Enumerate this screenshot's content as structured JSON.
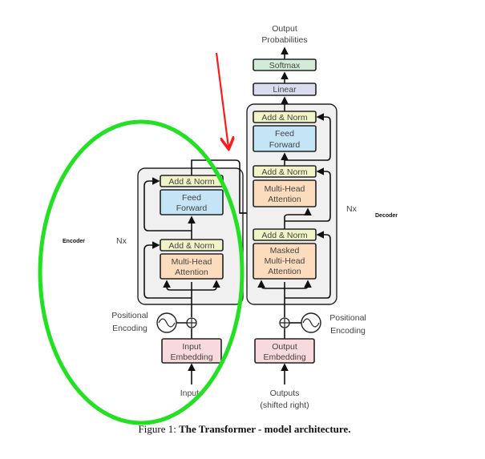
{
  "encoder": {
    "label": "Encoder",
    "nx": "Nx",
    "add_norm_top": "Add & Norm",
    "feed_forward": [
      "Feed",
      "Forward"
    ],
    "add_norm_bottom": "Add & Norm",
    "attention": [
      "Multi-Head",
      "Attention"
    ],
    "positional_encoding": [
      "Positional",
      "Encoding"
    ],
    "embedding": [
      "Input",
      "Embedding"
    ],
    "inputs": "Inputs"
  },
  "decoder": {
    "label": "Decoder",
    "nx": "Nx",
    "output_probabilities": [
      "Output",
      "Probabilities"
    ],
    "softmax": "Softmax",
    "linear": "Linear",
    "add_norm_top": "Add & Norm",
    "feed_forward": [
      "Feed",
      "Forward"
    ],
    "add_norm_mid": "Add & Norm",
    "attention": [
      "Multi-Head",
      "Attention"
    ],
    "add_norm_bottom": "Add & Norm",
    "masked_attention": [
      "Masked",
      "Multi-Head",
      "Attention"
    ],
    "positional_encoding": [
      "Positional",
      "Encoding"
    ],
    "embedding": [
      "Output",
      "Embedding"
    ],
    "outputs": [
      "Outputs",
      "(shifted right)"
    ]
  },
  "caption": {
    "prefix": "Figure 1: ",
    "title": "The Transformer - model architecture."
  },
  "colors": {
    "add_norm": "#f1f4c6",
    "feed_forward": "#c4e5f6",
    "attention": "#fcdcbc",
    "linear": "#dcdcf0",
    "softmax": "#d2ecd8",
    "embedding": "#f8d9dc",
    "block_bg": "#f0f0f0",
    "annotation_ellipse": "#22e022",
    "annotation_arrow": "#ff1a1a"
  }
}
